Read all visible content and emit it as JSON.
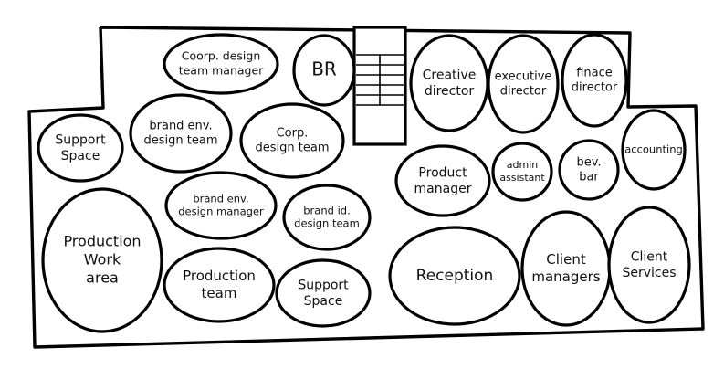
{
  "diagram": {
    "rooms": [
      {
        "id": "corp-design-team-manager",
        "lines": [
          "Coorp. design",
          "team manager"
        ],
        "shape": "ellipse"
      },
      {
        "id": "br",
        "lines": [
          "BR"
        ],
        "shape": "ellipse"
      },
      {
        "id": "creative-director",
        "lines": [
          "Creative",
          "director"
        ],
        "shape": "ellipse"
      },
      {
        "id": "executive-director",
        "lines": [
          "executive",
          "director"
        ],
        "shape": "ellipse"
      },
      {
        "id": "finance-director",
        "lines": [
          "finace",
          "director"
        ],
        "shape": "ellipse"
      },
      {
        "id": "support-space-left",
        "lines": [
          "Support",
          "Space"
        ],
        "shape": "ellipse"
      },
      {
        "id": "brand-env-design-team",
        "lines": [
          "brand env.",
          "design team"
        ],
        "shape": "ellipse"
      },
      {
        "id": "corp-design-team",
        "lines": [
          "Corp.",
          "design team"
        ],
        "shape": "ellipse"
      },
      {
        "id": "product-manager",
        "lines": [
          "Product",
          "manager"
        ],
        "shape": "ellipse"
      },
      {
        "id": "admin-assistant",
        "lines": [
          "admin",
          "assistant"
        ],
        "shape": "ellipse"
      },
      {
        "id": "bev-bar",
        "lines": [
          "bev.",
          "bar"
        ],
        "shape": "ellipse"
      },
      {
        "id": "accounting",
        "lines": [
          "accounting"
        ],
        "shape": "ellipse"
      },
      {
        "id": "brand-env-design-manager",
        "lines": [
          "brand env.",
          "design manager"
        ],
        "shape": "ellipse"
      },
      {
        "id": "brand-id-design-team",
        "lines": [
          "brand id.",
          "design team"
        ],
        "shape": "ellipse"
      },
      {
        "id": "production-work-area",
        "lines": [
          "Production",
          "Work",
          "area"
        ],
        "shape": "ellipse"
      },
      {
        "id": "production-team",
        "lines": [
          "Production",
          "team"
        ],
        "shape": "ellipse"
      },
      {
        "id": "support-space-bottom",
        "lines": [
          "Support",
          "Space"
        ],
        "shape": "ellipse"
      },
      {
        "id": "reception",
        "lines": [
          "Reception"
        ],
        "shape": "ellipse"
      },
      {
        "id": "client-managers",
        "lines": [
          "Client",
          "managers"
        ],
        "shape": "ellipse"
      },
      {
        "id": "client-services",
        "lines": [
          "Client",
          "Services"
        ],
        "shape": "ellipse"
      }
    ],
    "stairs": {
      "id": "staircase",
      "steps": 6
    },
    "colors": {
      "stroke": "#000000",
      "background": "#ffffff",
      "text": "#111111"
    }
  }
}
